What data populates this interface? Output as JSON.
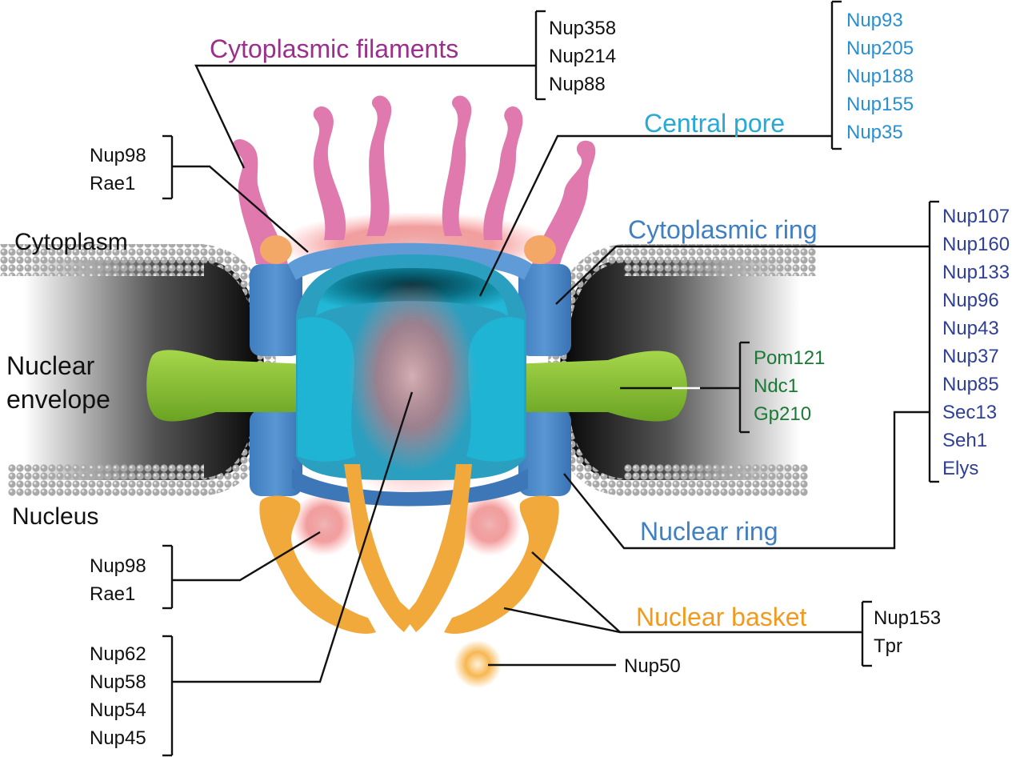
{
  "colors": {
    "filaments": "#e07aae",
    "cytoplasmic_filaments_label": "#9a2f8c",
    "central_pore_label": "#27a9d6",
    "ring_blue": "#4a86c5",
    "membrane_green": "#8fc33a",
    "green_label": "#1a7a35",
    "basket_orange": "#f2a93b",
    "nuclear_basket_label": "#f29a1e",
    "nup93_group": "#2a8fd1",
    "nup107_group": "#2f3f96",
    "black": "#111111"
  },
  "labels": {
    "cytoplasmic_filaments": "Cytoplasmic filaments",
    "central_pore": "Central pore",
    "cytoplasmic_ring": "Cytoplasmic ring",
    "nuclear_ring": "Nuclear ring",
    "nuclear_basket": "Nuclear basket",
    "cytoplasm": "Cytoplasm",
    "nuclear_envelope_line1": "Nuclear",
    "nuclear_envelope_line2": "envelope",
    "nucleus": "Nucleus"
  },
  "groups": {
    "filament_nups": [
      "Nup358",
      "Nup214",
      "Nup88"
    ],
    "pore_nups": [
      "Nup93",
      "Nup205",
      "Nup188",
      "Nup155",
      "Nup35"
    ],
    "upper_left_nups": [
      "Nup98",
      "Rae1"
    ],
    "ring_nups": [
      "Nup107",
      "Nup160",
      "Nup133",
      "Nup96",
      "Nup43",
      "Nup37",
      "Nup85",
      "Sec13",
      "Seh1",
      "Elys"
    ],
    "membrane_nups": [
      "Pom121",
      "Ndc1",
      "Gp210"
    ],
    "lower_left_nups": [
      "Nup98",
      "Rae1"
    ],
    "central_channel_nups": [
      "Nup62",
      "Nup58",
      "Nup54",
      "Nup45"
    ],
    "basket_nups": [
      "Nup153",
      "Tpr"
    ],
    "nup50": "Nup50"
  },
  "icons": {
    "membrane": "lipid-bilayer-icon",
    "pore": "nuclear-pore-complex-icon"
  }
}
